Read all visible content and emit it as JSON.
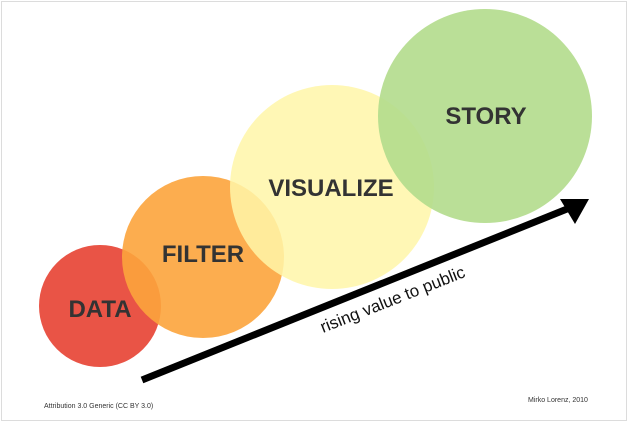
{
  "diagram": {
    "title": "",
    "stages": [
      {
        "label": "DATA",
        "color": "#e84b3c"
      },
      {
        "label": "FILTER",
        "color": "#fca43c"
      },
      {
        "label": "VISUALIZE",
        "color": "#fff6a8"
      },
      {
        "label": "STORY",
        "color": "#b3dc8c"
      }
    ],
    "arrow": {
      "label": "rising value to public",
      "color": "#000000"
    }
  },
  "footer": {
    "license": "Attribution 3.0 Generic (CC BY 3.0)",
    "author": "Mirko Lorenz, 2010"
  }
}
